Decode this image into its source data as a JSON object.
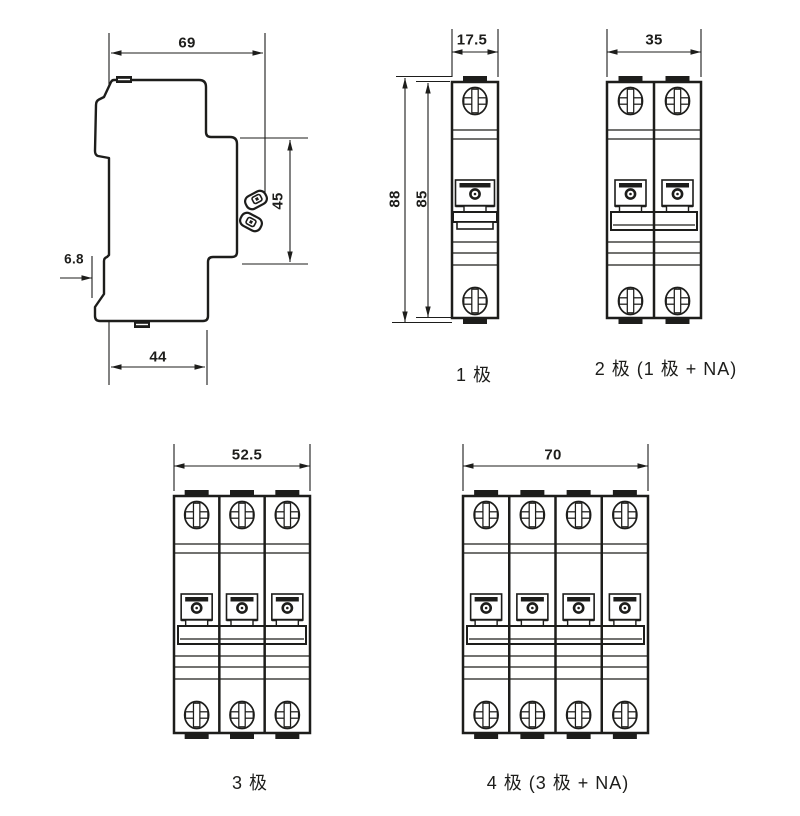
{
  "page": {
    "background": "#ffffff",
    "line_color": "#1d1d1b"
  },
  "side_view": {
    "dims": {
      "top_width": "69",
      "handle_height": "45",
      "rail_offset": "6.8",
      "base_width": "44"
    }
  },
  "front_views": [
    {
      "id": "p1",
      "poles": 1,
      "label": "1 极",
      "dims": {
        "width": "17.5",
        "total_height": "88",
        "body_height": "85"
      }
    },
    {
      "id": "p2",
      "poles": 2,
      "label": "2 极 (1 极 + NA)",
      "dims": {
        "width": "35"
      }
    },
    {
      "id": "p3",
      "poles": 3,
      "label": "3 极",
      "dims": {
        "width": "52.5"
      }
    },
    {
      "id": "p4",
      "poles": 4,
      "label": "4 极 (3 极 + NA)",
      "dims": {
        "width": "70"
      }
    }
  ]
}
